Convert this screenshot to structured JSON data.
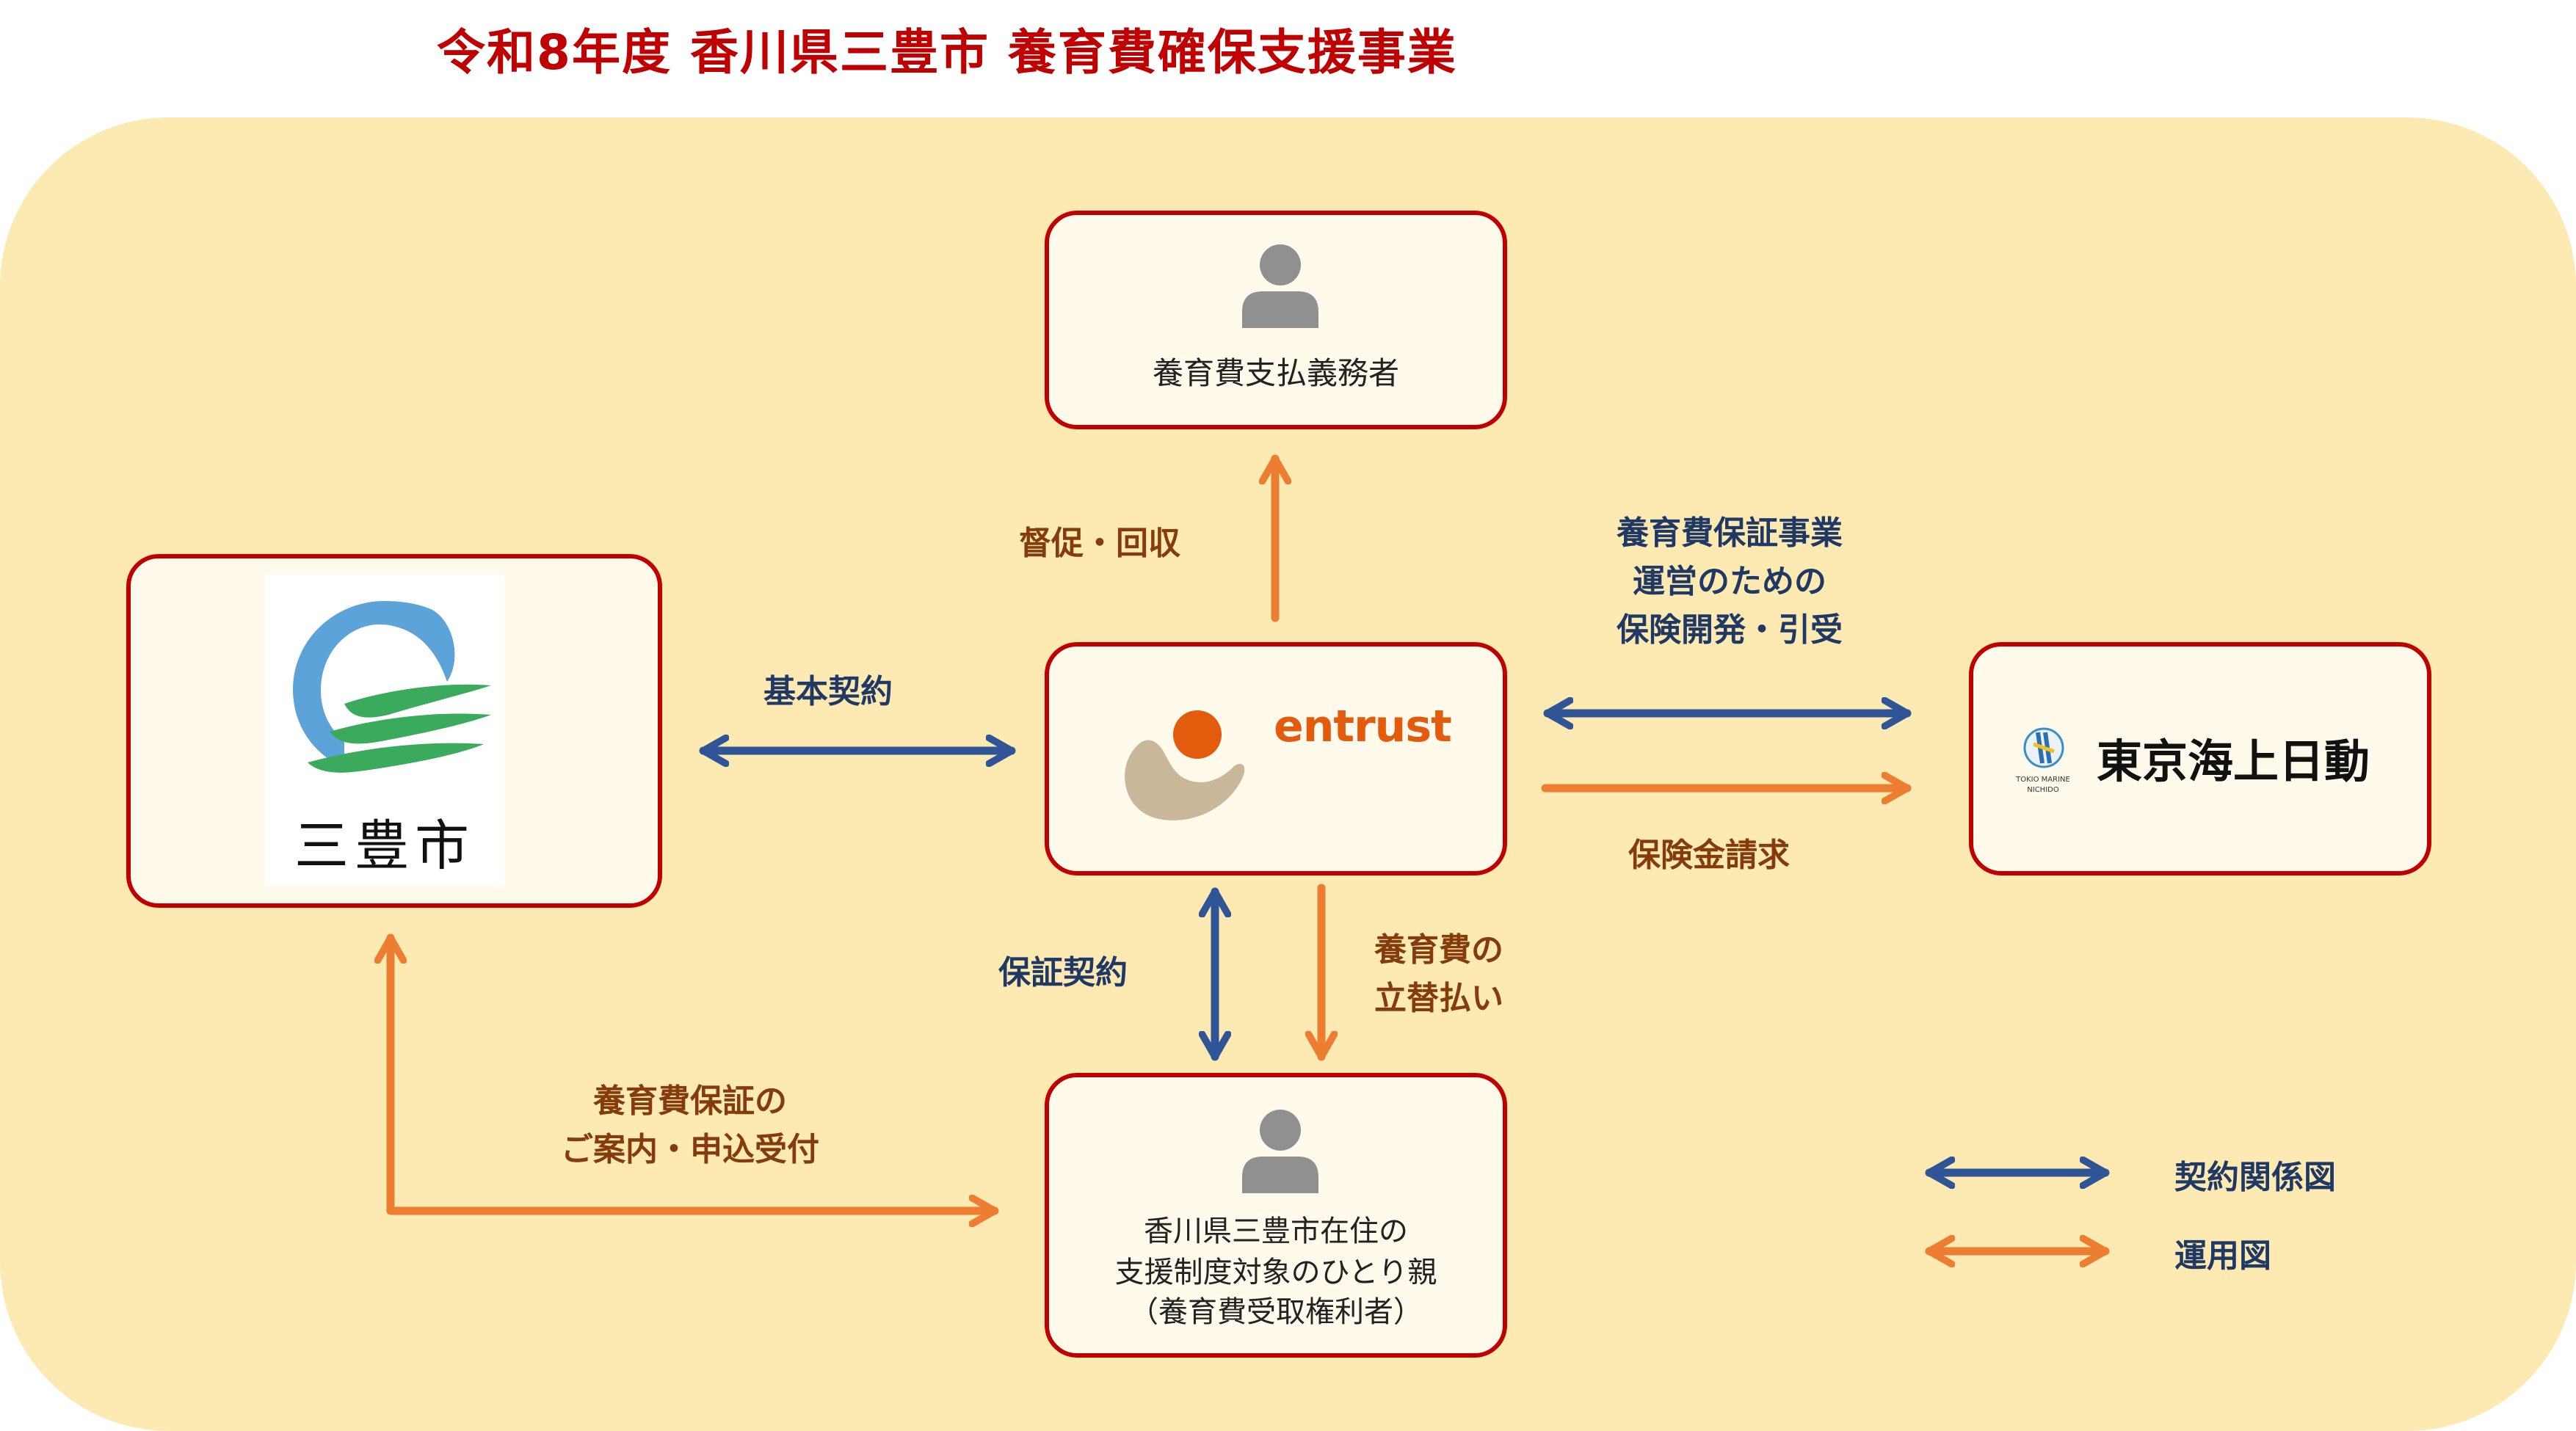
{
  "title": "令和8年度 香川県三豊市 養育費確保支援事業",
  "nodes": {
    "obligor": {
      "label": "養育費支払義務者"
    },
    "city": {
      "logo_text": "三豊市"
    },
    "entrust": {
      "logo_text": "entrust"
    },
    "insurer": {
      "name": "東京海上日動",
      "logo_small_line1": "TOKIO MARINE",
      "logo_small_line2": "NICHIDO"
    },
    "parent": {
      "line1": "香川県三豊市在住の",
      "line2": "支援制度対象のひとり親",
      "line3": "（養育費受取権利者）"
    }
  },
  "edges": {
    "collect": "督促・回収",
    "basic_contract": "基本契約",
    "insurance_dev_1": "養育費保証事業",
    "insurance_dev_2": "運営のための",
    "insurance_dev_3": "保険開発・引受",
    "claim": "保険金請求",
    "guarantee_contract": "保証契約",
    "advance_1": "養育費の",
    "advance_2": "立替払い",
    "guide_1": "養育費保証の",
    "guide_2": "ご案内・申込受付"
  },
  "legend": {
    "contract": "契約関係図",
    "operation": "運用図"
  },
  "colors": {
    "title": "#c00000",
    "background": "#fde9b2",
    "box_border": "#c00000",
    "contract_arrow": "#2f5597",
    "operation_arrow": "#ed7d31",
    "entrust_orange": "#e35b0c",
    "entrust_beige": "#c8b899",
    "city_blue": "#5ba3d9",
    "city_green": "#3aaa5c"
  }
}
